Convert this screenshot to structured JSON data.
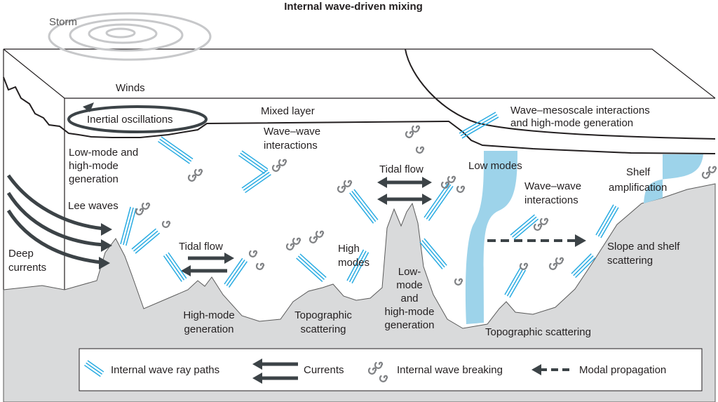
{
  "title": "Internal wave-driven mixing",
  "labels": {
    "storm": "Storm",
    "winds": "Winds",
    "inertial": "Inertial oscillations",
    "mixed_layer": "Mixed layer",
    "wave_meso_1": "Wave–mesoscale interactions",
    "wave_meso_2": "and high-mode generation",
    "low_high_1": "Low-mode and",
    "low_high_2": "high-mode",
    "low_high_3": "generation",
    "ww1_1": "Wave–wave",
    "ww1_2": "interactions",
    "tidal_flow_right": "Tidal flow",
    "low_modes": "Low modes",
    "shelf_1": "Shelf",
    "shelf_2": "amplification",
    "lee_waves": "Lee waves",
    "ww2_1": "Wave–wave",
    "ww2_2": "interactions",
    "deep_1": "Deep",
    "deep_2": "currents",
    "tidal_flow_left": "Tidal flow",
    "high_modes_1": "High",
    "high_modes_2": "modes",
    "slope_1": "Slope and shelf",
    "slope_2": "scattering",
    "lowmode_1": "Low-",
    "lowmode_2": "mode",
    "lowmode_3": "and",
    "lowmode_4": "high-mode",
    "lowmode_5": "generation",
    "hmg_1": "High-mode",
    "hmg_2": "generation",
    "topo_1": "Topographic",
    "topo_2": "scattering",
    "topo_right": "Topographic scattering"
  },
  "legend": {
    "ray_paths": "Internal wave ray paths",
    "currents": "Currents",
    "breaking": "Internal wave breaking",
    "modal": "Modal propagation"
  },
  "colors": {
    "ray": "#29abe2",
    "mode_fill": "#9dd3ea",
    "seafloor": "#d9dadb",
    "arrow": "#3c4347",
    "swirl": "#808285"
  }
}
